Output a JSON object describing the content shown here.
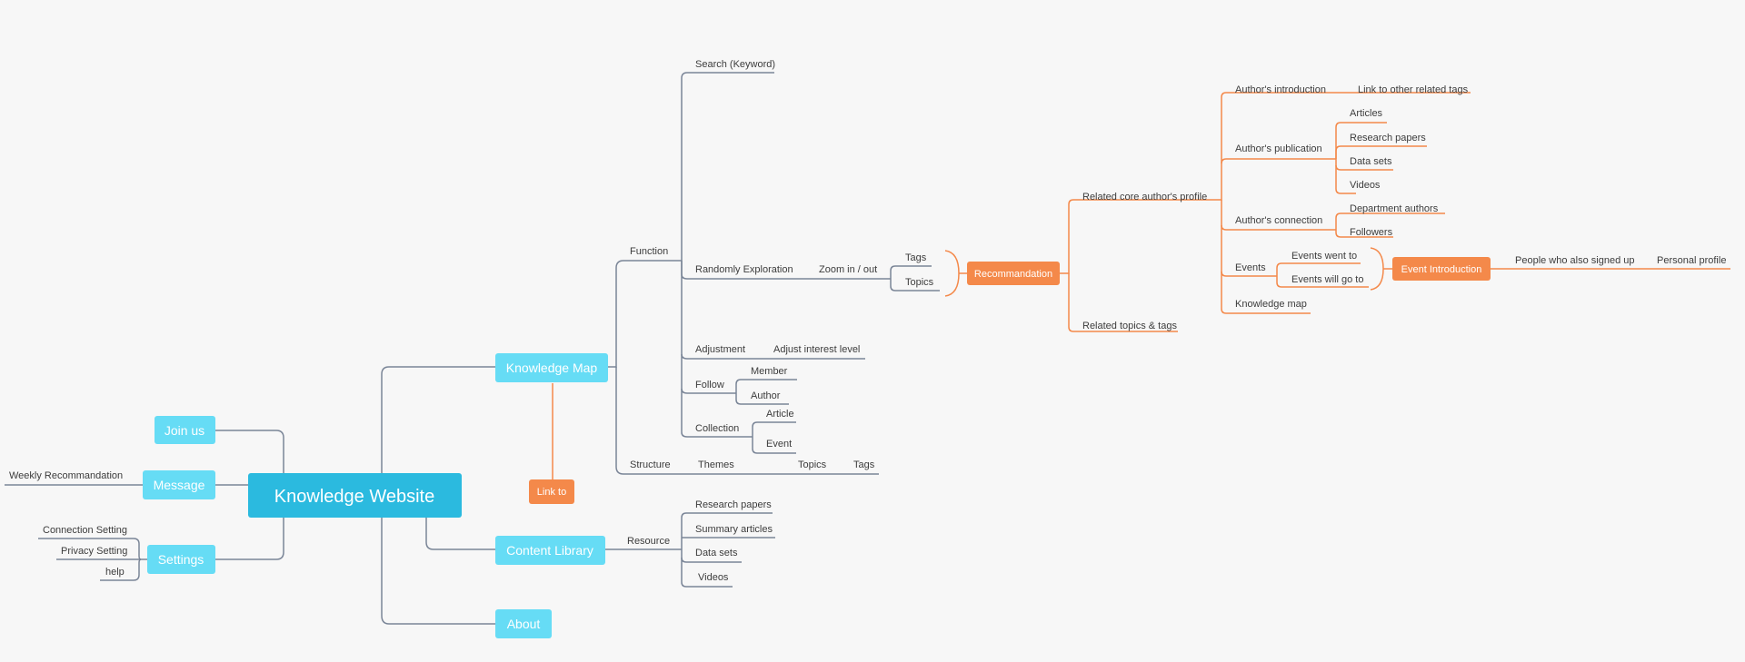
{
  "title": "Knowledge Website",
  "colors": {
    "background": "#f7f7f7",
    "root_fill": "#2bbadf",
    "branch_fill": "#66dcf5",
    "accent_orange": "#f4894a",
    "line_gray": "#7a8597",
    "text": "#3c3c3c"
  },
  "boxes": {
    "root": "Knowledge Website",
    "join_us": "Join us",
    "message": "Message",
    "settings": "Settings",
    "knowledge_map": "Knowledge Map",
    "content_library": "Content Library",
    "about": "About",
    "link_to": "Link to",
    "recommandation": "Recommandation",
    "event_introduction": "Event Introduction"
  },
  "labels": {
    "weekly_recommandation": "Weekly Recommandation",
    "connection_setting": "Connection Setting",
    "privacy_setting": "Privacy Setting",
    "help": "help",
    "function": "Function",
    "structure": "Structure",
    "search_keyword": "Search (Keyword)",
    "randomly_exploration": "Randomly Exploration",
    "zoom_in_out": "Zoom in / out",
    "tags": "Tags",
    "topics": "Topics",
    "adjustment": "Adjustment",
    "adjust_interest_level": "Adjust interest level",
    "follow": "Follow",
    "member": "Member",
    "author": "Author",
    "collection": "Collection",
    "article": "Article",
    "event": "Event",
    "themes": "Themes",
    "structure_topics": "Topics",
    "structure_tags": "Tags",
    "resource": "Resource",
    "research_papers": "Research papers",
    "summary_articles": "Summary articles",
    "data_sets": "Data sets",
    "videos": "Videos",
    "related_core_author_profile": "Related core author's profile",
    "related_topics_tags": "Related topics & tags",
    "authors_introduction": "Author's introduction",
    "link_to_other_related_tags": "Link to other related tags",
    "authors_publication": "Author's publication",
    "pub_articles": "Articles",
    "pub_research_papers": "Research papers",
    "pub_data_sets": "Data sets",
    "pub_videos": "Videos",
    "authors_connection": "Author's connection",
    "department_authors": "Department authors",
    "followers": "Followers",
    "events": "Events",
    "events_went_to": "Events went to",
    "events_will_go_to": "Events will go to",
    "knowledge_map_leaf": "Knowledge map",
    "people_who_also_signed_up": "People who also signed up",
    "personal_profile": "Personal profile"
  }
}
